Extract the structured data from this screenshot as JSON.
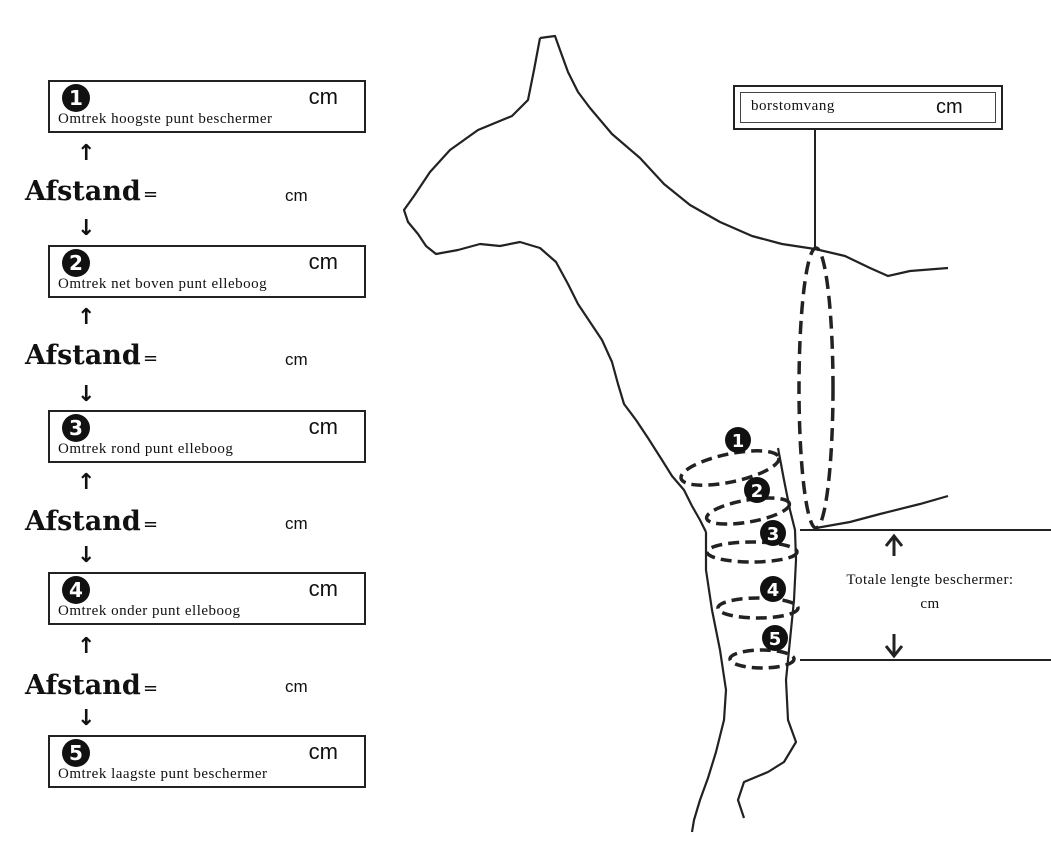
{
  "fields": [
    {
      "number": "1",
      "unit": "cm",
      "label": "Omtrek hoogste punt beschermer"
    },
    {
      "number": "2",
      "unit": "cm",
      "label": "Omtrek net boven punt elleboog"
    },
    {
      "number": "3",
      "unit": "cm",
      "label": "Omtrek rond punt elleboog"
    },
    {
      "number": "4",
      "unit": "cm",
      "label": "Omtrek onder punt elleboog"
    },
    {
      "number": "5",
      "unit": "cm",
      "label": "Omtrek laagste punt beschermer"
    }
  ],
  "distances": [
    {
      "label": "Afstand",
      "eq": "=",
      "unit": "cm"
    },
    {
      "label": "Afstand",
      "eq": "=",
      "unit": "cm"
    },
    {
      "label": "Afstand",
      "eq": "=",
      "unit": "cm"
    },
    {
      "label": "Afstand",
      "eq": "=",
      "unit": "cm"
    }
  ],
  "chest": {
    "label": "borstomvang",
    "unit": "cm"
  },
  "total": {
    "label": "Totale lengte beschermer:",
    "unit": "cm"
  },
  "markers": [
    "1",
    "2",
    "3",
    "4",
    "5"
  ],
  "icons": {
    "up": "arrow-up-icon",
    "down": "arrow-down-icon"
  }
}
